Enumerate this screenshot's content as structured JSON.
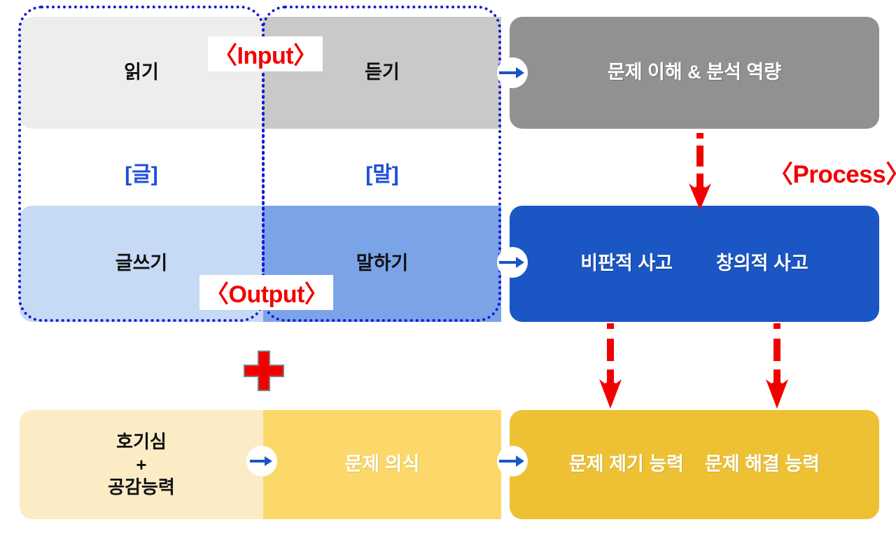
{
  "diagram": {
    "title_tags": {
      "input": "〈Input〉",
      "output": "〈Output〉",
      "process": "〈Process〉"
    },
    "colors": {
      "tag_red": "#F20000",
      "bracket_blue": "#1F4FD8",
      "dotted_blue": "#1616D6",
      "arrow_blue": "#1A56C4",
      "row1_light": "#EDEDED",
      "row1_mid": "#C9C9C9",
      "row1_dark": "#919191",
      "row3_light": "#C6D9F5",
      "row3_mid": "#7BA4E8",
      "row3_dark": "#1A56C4",
      "row4_light": "#FBECC6",
      "row4_mid": "#FBD869",
      "row4_dark": "#EEC135",
      "plus_red": "#F20000"
    },
    "row_input": {
      "reading": "읽기",
      "listening": "듣기",
      "understanding": "문제 이해 & 분석 역량"
    },
    "row_medium": {
      "written": "[글]",
      "spoken": "[말]"
    },
    "row_output": {
      "writing": "글쓰기",
      "speaking": "말하기",
      "thinking": [
        "비판적 사고",
        "창의적 사고"
      ]
    },
    "row_attitude": {
      "curiosity": "호기심\n+\n공감능력",
      "awareness": "문제 의식",
      "abilities": [
        "문제 제기 능력",
        "문제 해결 능력"
      ]
    },
    "symbols": {
      "plus": "+"
    }
  }
}
